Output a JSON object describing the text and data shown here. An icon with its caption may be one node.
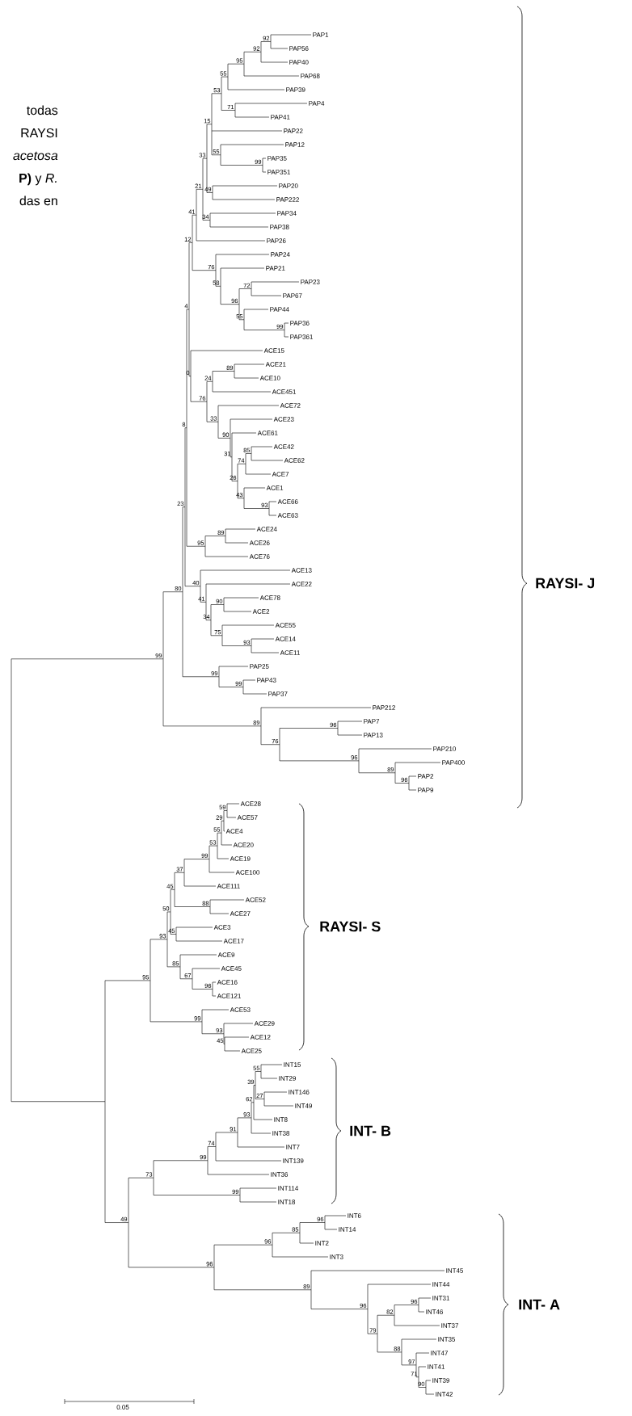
{
  "diagram": {
    "labels": [
      "todas",
      "RAYSI",
      "acetosa",
      "**P)** y *R.*",
      "das en",
      "PAP1",
      "PAP56",
      "PAP40",
      "PAP68",
      "PAP39",
      "PAP4",
      "PAP41",
      "PAP22",
      "PAP12",
      "PAP35",
      "PAP351",
      "PAP20",
      "PAP222",
      "PAP34",
      "PAP38",
      "PAP26",
      "PAP24",
      "PAP21",
      "PAP23",
      "PAP67",
      "PAP44",
      "PAP36",
      "PAP361",
      "ACE15",
      "ACE21",
      "ACE10",
      "ACE451",
      "ACE72",
      "ACE23",
      "ACE61",
      "ACE42",
      "ACE62",
      "ACE7",
      "ACE1",
      "ACE66",
      "ACE63",
      "ACE24",
      "ACE26",
      "ACE76",
      "ACE13",
      "ACE22",
      "ACE78",
      "ACE2",
      "ACE55",
      "ACE14",
      "ACE11",
      "PAP25",
      "PAP43",
      "PAP37",
      "PAP212",
      "PAP7",
      "PAP13",
      "PAP210",
      "PAP400",
      "PAP2",
      "PAP9",
      "ACE28",
      "ACE57",
      "ACE4",
      "ACE20",
      "ACE19",
      "ACE100",
      "ACE111",
      "ACE52",
      "ACE27",
      "ACE3",
      "ACE17",
      "ACE9",
      "ACE45",
      "ACE16",
      "ACE121",
      "ACE53",
      "ACE29",
      "ACE12",
      "ACE25",
      "INT15",
      "INT29",
      "INT146",
      "INT49",
      "INT8",
      "INT38",
      "INT7",
      "INT139",
      "INT36",
      "INT114",
      "INT18",
      "INT6",
      "INT14",
      "INT2",
      "INT3",
      "INT45",
      "INT44",
      "INT31",
      "INT46",
      "INT37",
      "INT35",
      "INT47",
      "INT41",
      "INT39",
      "INT42",
      "99",
      "80",
      "23",
      "8",
      "4",
      "12",
      "41",
      "21",
      "33",
      "15",
      "53",
      "55",
      "95",
      "92",
      "92",
      "71",
      "55",
      "99",
      "49",
      "34",
      "76",
      "58",
      "96",
      "72",
      "55",
      "99",
      "0",
      "76",
      "24",
      "89",
      "33",
      "90",
      "31",
      "26",
      "74",
      "85",
      "43",
      "93",
      "95",
      "89",
      "40",
      "41",
      "34",
      "90",
      "75",
      "93",
      "99",
      "99",
      "89",
      "76",
      "96",
      "96",
      "89",
      "96",
      "95",
      "93",
      "50",
      "45",
      "37",
      "99",
      "53",
      "55",
      "29",
      "59",
      "88",
      "45",
      "85",
      "67",
      "96",
      "99",
      "93",
      "45",
      "49",
      "73",
      "99",
      "74",
      "91",
      "93",
      "62",
      "39",
      "55",
      "27",
      "99",
      "96",
      "96",
      "85",
      "96",
      "89",
      "96",
      "79",
      "82",
      "96",
      "88",
      "97",
      "71",
      "90",
      "RAYSI- J",
      "RAYSI- S",
      "INT- B",
      "INT- A",
      "0.05"
    ]
  }
}
